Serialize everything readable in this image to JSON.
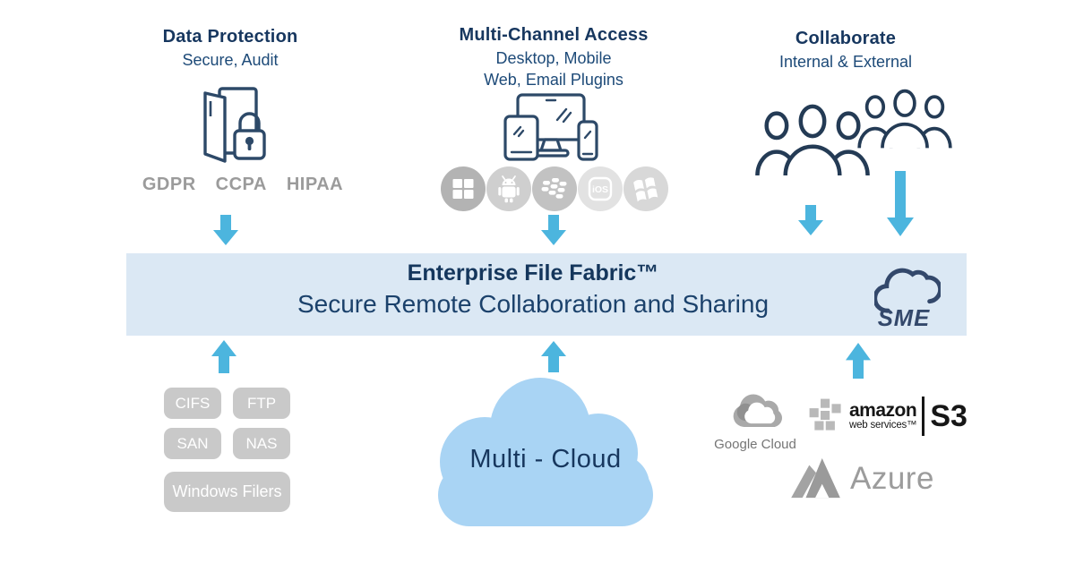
{
  "diagram": {
    "columns": {
      "data_protection": {
        "title": "Data Protection",
        "subtitle": "Secure, Audit",
        "tags": [
          "GDPR",
          "CCPA",
          "HIPAA"
        ],
        "icon": "folder-lock-icon"
      },
      "multi_channel": {
        "title": "Multi-Channel Access",
        "subtitle_line1": "Desktop, Mobile",
        "subtitle_line2": "Web, Email Plugins",
        "icon": "devices-icon",
        "ios_label": "iOS",
        "platform_icons": [
          "windows-icon",
          "android-icon",
          "blackberry-icon",
          "ios-icon",
          "windows-classic-icon"
        ]
      },
      "collaborate": {
        "title": "Collaborate",
        "subtitle": "Internal & External",
        "icon": "users-group-icon"
      }
    },
    "banner": {
      "title": "Enterprise File Fabric™",
      "subtitle": "Secure Remote Collaboration and Sharing",
      "logo_text": "SME"
    },
    "on_premises": {
      "boxes": [
        "CIFS",
        "FTP",
        "SAN",
        "NAS"
      ],
      "wide_box": "Windows Filers"
    },
    "multi_cloud_label": "Multi - Cloud",
    "providers": {
      "google_cloud": "Google Cloud",
      "aws_line1": "amazon",
      "aws_line2": "web services™",
      "aws_s3": "S3",
      "azure": "Azure"
    },
    "colors": {
      "navy": "#17375f",
      "steel_navy": "#1d4a78",
      "icon_outline": "#2d4968",
      "arrow_blue": "#4cb5de",
      "banner_bg": "#dbe8f4",
      "cloud_fill": "#a9d4f4",
      "gray_box": "#c9c9c9",
      "gray_text": "#9b9b9b"
    }
  }
}
